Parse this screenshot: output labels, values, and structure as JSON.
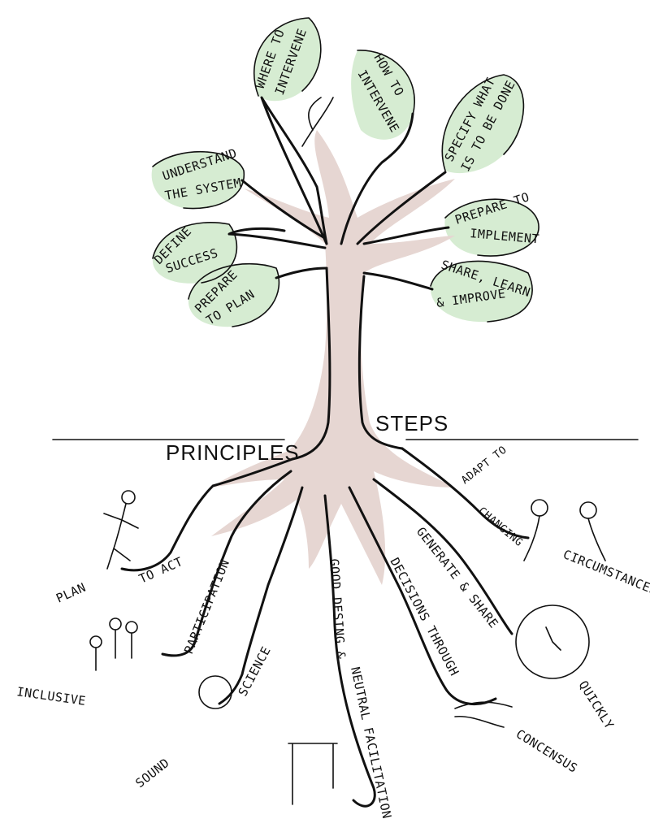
{
  "colors": {
    "leaf": "#d6ecd2",
    "trunk": "#e6d6d2",
    "ink": "#111111"
  },
  "sections": {
    "top": "STEPS",
    "bottom": "PRINCIPLES"
  },
  "steps": {
    "where": [
      "WHERE TO",
      "INTERVENE"
    ],
    "how": [
      "HOW TO",
      "INTERVENE"
    ],
    "specify": [
      "SPECIFY WHAT",
      "IS TO BE DONE"
    ],
    "understand": [
      "UNDERSTAND",
      "THE SYSTEM"
    ],
    "prepare_impl": [
      "PREPARE TO",
      "IMPLEMENT"
    ],
    "define": [
      "DEFINE",
      "SUCCESS"
    ],
    "share": [
      "SHARE, LEARN",
      "& IMPROVE"
    ],
    "prepare_plan": [
      "PREPARE",
      "TO PLAN"
    ]
  },
  "principles": {
    "plan_act": [
      "PLAN",
      "TO ACT"
    ],
    "participation": [
      "INCLUSIVE",
      "PARTICIPATION"
    ],
    "science": [
      "SOUND",
      "SCIENCE"
    ],
    "design": [
      "GOOD DESING &",
      "NEUTRAL FACILITATION"
    ],
    "decisions": [
      "DECISIONS THROUGH",
      "CONCENSUS"
    ],
    "generate": [
      "GENERATE & SHARE",
      "QUICKLY"
    ],
    "adapt": [
      "ADAPT TO",
      "CHANGING",
      "CIRCUMSTANCES"
    ]
  }
}
